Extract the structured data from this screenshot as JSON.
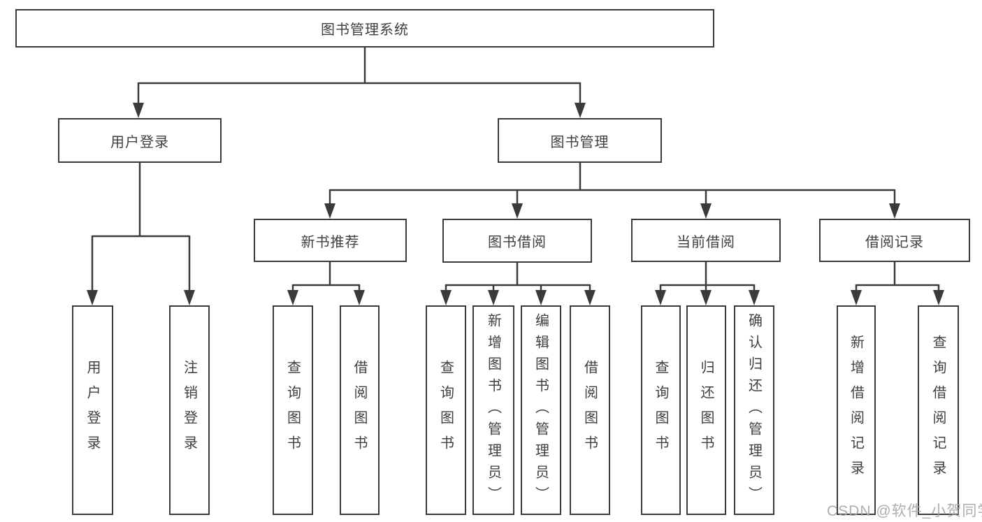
{
  "diagram": {
    "title": "图书管理系统",
    "watermark": "CSDN @软件_小贺同学",
    "colors": {
      "line": "#3a3a3a",
      "box_border": "#3a3a3a",
      "box_fill": "#ffffff",
      "text": "#3f3f3f",
      "watermark": "#a6a6a6"
    },
    "nodes": {
      "root": {
        "label": "图书管理系统"
      },
      "user_login": {
        "label": "用户登录"
      },
      "book_mgmt": {
        "label": "图书管理"
      },
      "new_book_rec": {
        "label": "新书推荐"
      },
      "book_borrow": {
        "label": "图书借阅"
      },
      "current_borrow": {
        "label": "当前借阅"
      },
      "borrow_record": {
        "label": "借阅记录"
      },
      "leaf_user_login": {
        "label": "用户登录"
      },
      "leaf_logout": {
        "label": "注销登录"
      },
      "rec_query_book": {
        "label": "查询图书"
      },
      "rec_borrow_book": {
        "label": "借阅图书"
      },
      "bb_query_book": {
        "label": "查询图书"
      },
      "bb_add_book": {
        "label": "新增图书（管理员）"
      },
      "bb_edit_book": {
        "label": "编辑图书（管理员）"
      },
      "bb_borrow_book": {
        "label": "借阅图书"
      },
      "cb_query_book": {
        "label": "查询图书"
      },
      "cb_return_book": {
        "label": "归还图书"
      },
      "cb_confirm_return": {
        "label": "确认归还（管理员）"
      },
      "br_add_record": {
        "label": "新增借阅记录"
      },
      "br_query_record": {
        "label": "查询借阅记录"
      }
    },
    "hierarchy": {
      "图书管理系统": {
        "用户登录": [
          "用户登录",
          "注销登录"
        ],
        "图书管理": {
          "新书推荐": [
            "查询图书",
            "借阅图书"
          ],
          "图书借阅": [
            "查询图书",
            "新增图书（管理员）",
            "编辑图书（管理员）",
            "借阅图书"
          ],
          "当前借阅": [
            "查询图书",
            "归还图书",
            "确认归还（管理员）"
          ],
          "借阅记录": [
            "新增借阅记录",
            "查询借阅记录"
          ]
        }
      }
    }
  }
}
